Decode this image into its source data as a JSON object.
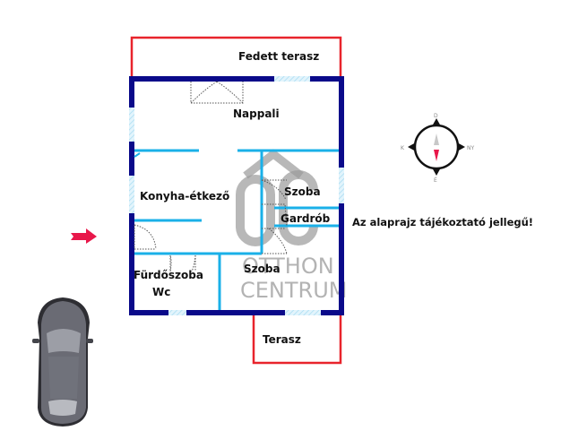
{
  "floorplan": {
    "rooms": [
      {
        "id": "fedett-terasz",
        "label": "Fedett terasz"
      },
      {
        "id": "nappali",
        "label": "Nappali"
      },
      {
        "id": "konyha-etkezo",
        "label": "Konyha-étkező"
      },
      {
        "id": "szoba-1",
        "label": "Szoba"
      },
      {
        "id": "gardrob",
        "label": "Gardrób"
      },
      {
        "id": "furdoszoba",
        "label": "Fürdőszoba"
      },
      {
        "id": "wc",
        "label": "Wc"
      },
      {
        "id": "szoba-2",
        "label": "Szoba"
      },
      {
        "id": "terasz",
        "label": "Terasz"
      }
    ],
    "disclaimer": "Az alaprajz tájékoztató jellegű!"
  },
  "compass": {
    "top": "D",
    "right": "NY",
    "bottom": "É",
    "left": "K"
  },
  "watermark": {
    "logo": "OC",
    "line1": "OTTHON",
    "line2": "CENTRUM"
  },
  "colors": {
    "outer_wall": "#0a0a8a",
    "inner_wall": "#1ab0e8",
    "terrace": "#e8242c",
    "arrow": "#e8174a",
    "window": "#bfe8f8"
  }
}
